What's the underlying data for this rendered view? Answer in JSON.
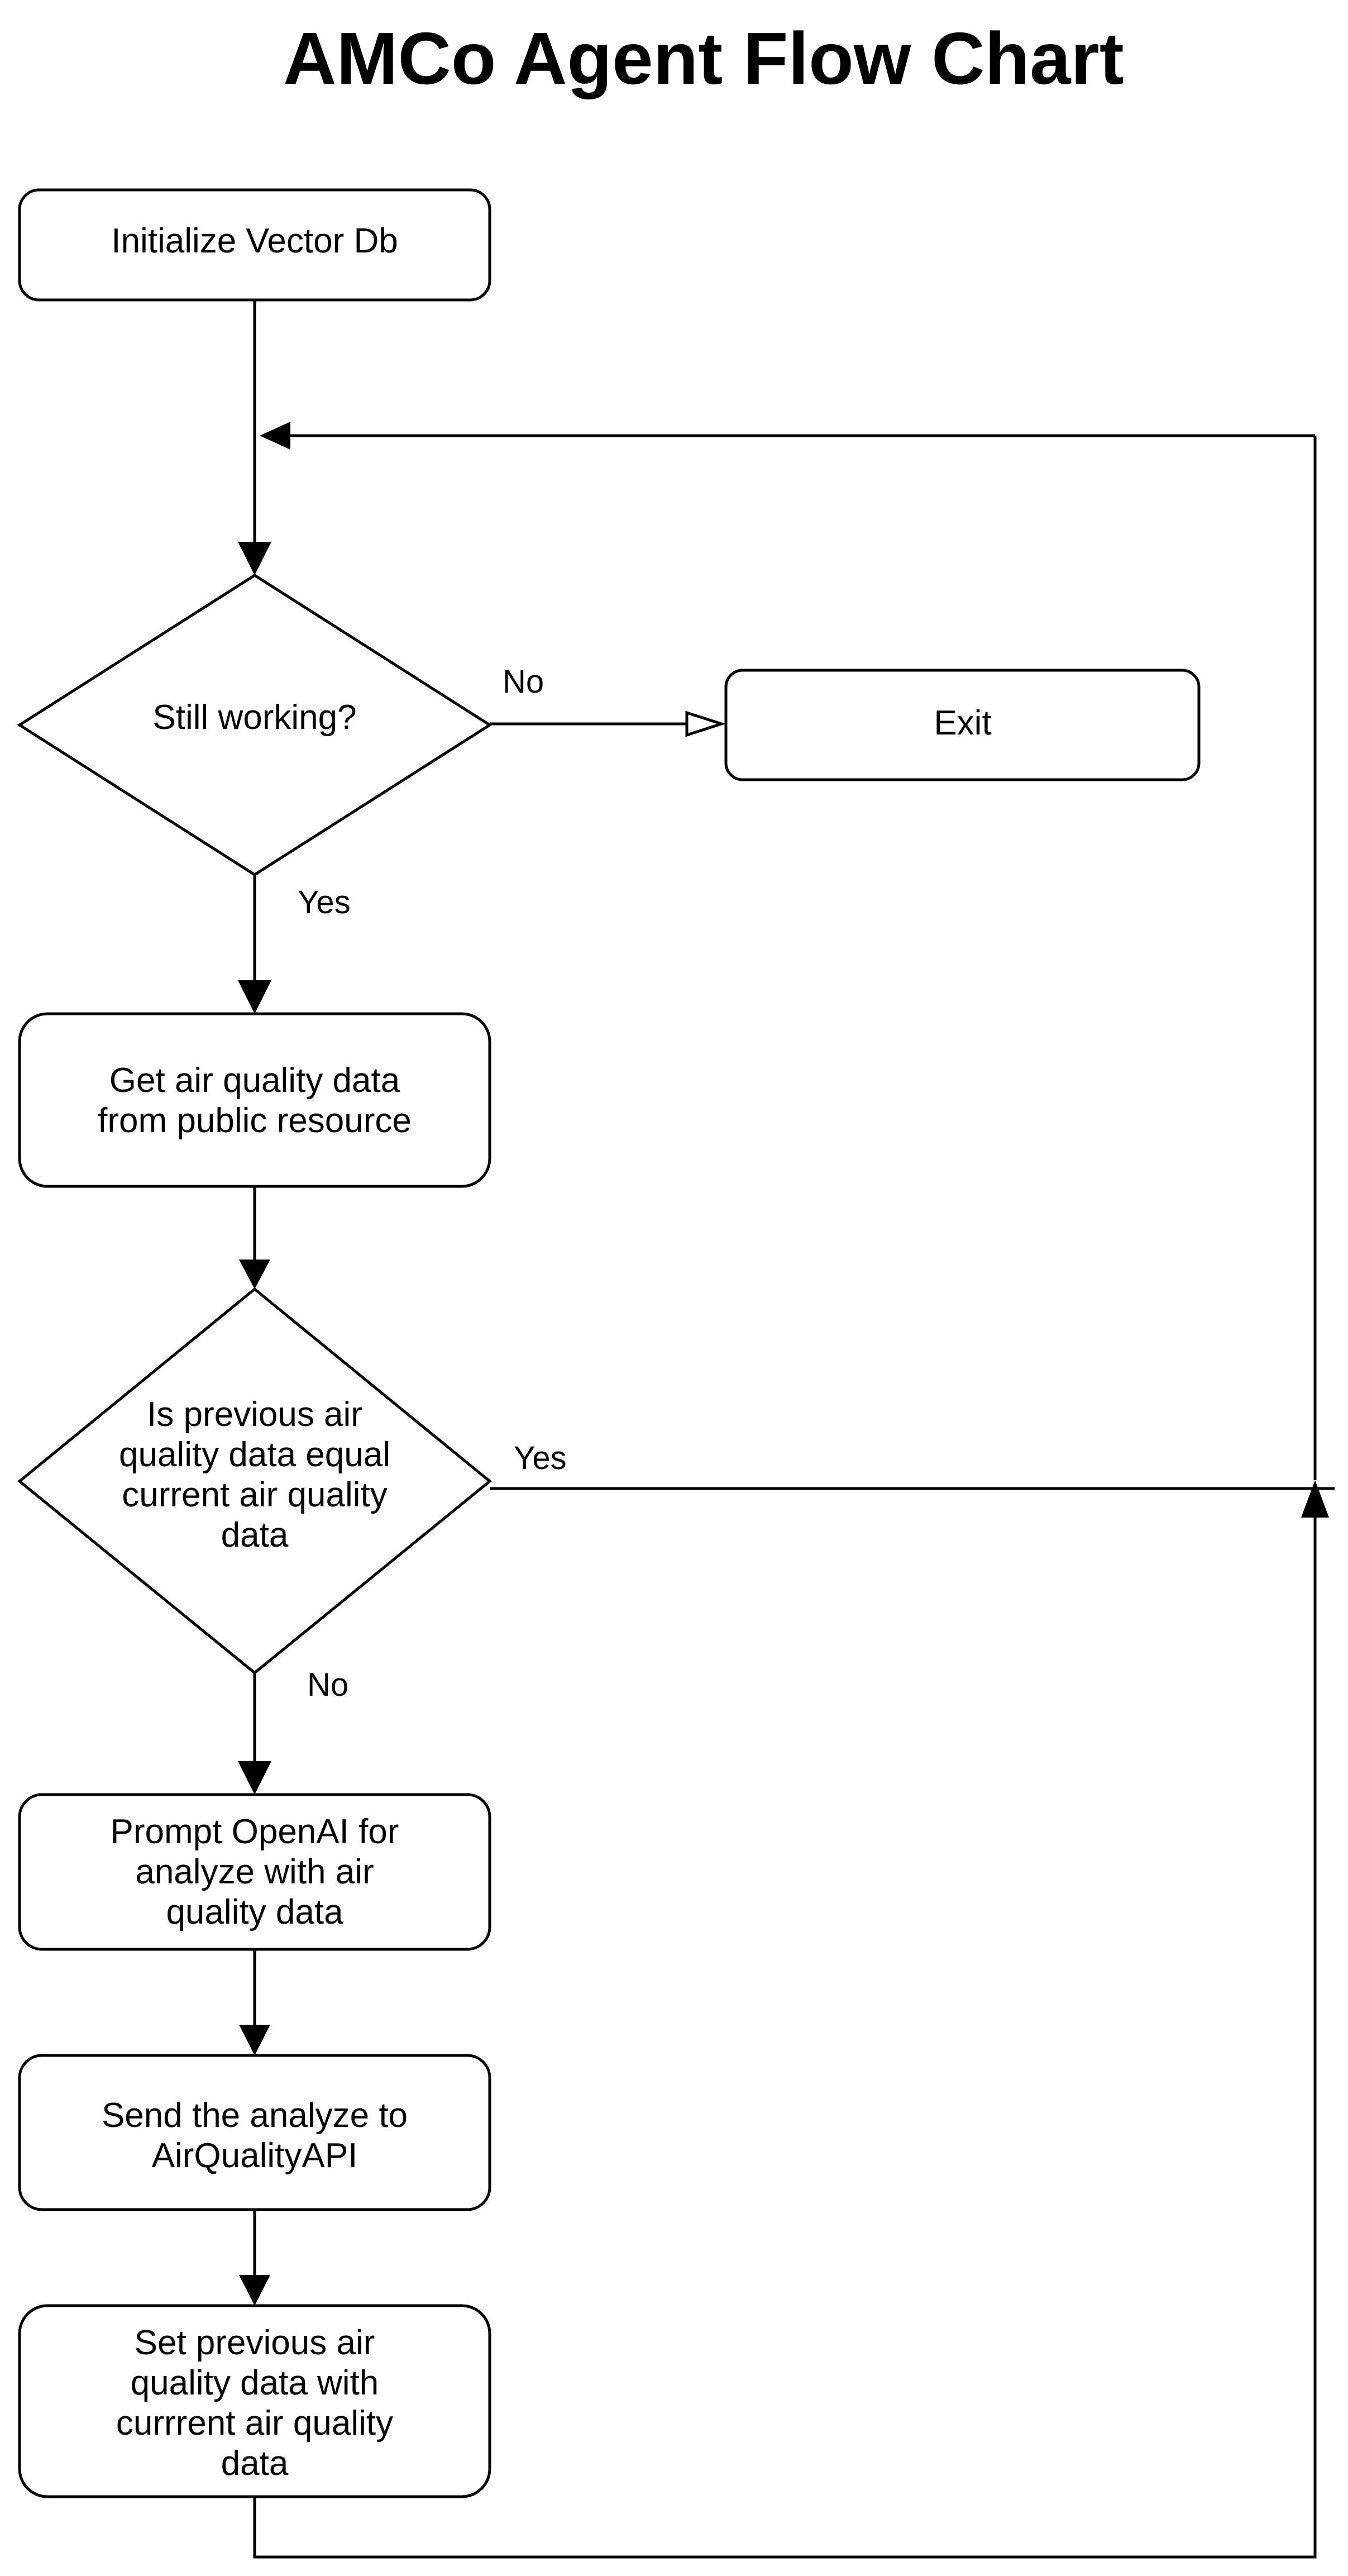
{
  "title": "AMCo Agent Flow Chart",
  "nodes": {
    "init": {
      "shape": "process",
      "lines": [
        "Initialize Vector Db"
      ]
    },
    "still_working": {
      "shape": "decision",
      "lines": [
        "Still working?"
      ]
    },
    "exit": {
      "shape": "process",
      "lines": [
        "Exit"
      ]
    },
    "get_data": {
      "shape": "process",
      "lines": [
        "Get air quality data",
        "from public resource"
      ]
    },
    "is_equal": {
      "shape": "decision",
      "lines": [
        "Is previous air",
        "quality data equal",
        "current air quality",
        "data"
      ]
    },
    "prompt": {
      "shape": "process",
      "lines": [
        "Prompt OpenAI for",
        "analyze with air",
        "quality data"
      ]
    },
    "send": {
      "shape": "process",
      "lines": [
        "Send the analyze to",
        "AirQualityAPI"
      ]
    },
    "set_prev": {
      "shape": "process",
      "lines": [
        "Set previous air",
        "quality data with",
        "currrent air quality",
        "data"
      ]
    }
  },
  "edges": [
    {
      "from": "init",
      "to": "still_working",
      "label": ""
    },
    {
      "from": "still_working",
      "to": "exit",
      "label": "No"
    },
    {
      "from": "still_working",
      "to": "get_data",
      "label": "Yes"
    },
    {
      "from": "get_data",
      "to": "is_equal",
      "label": ""
    },
    {
      "from": "is_equal",
      "to": "still_working",
      "label": "Yes"
    },
    {
      "from": "is_equal",
      "to": "prompt",
      "label": "No"
    },
    {
      "from": "prompt",
      "to": "send",
      "label": ""
    },
    {
      "from": "send",
      "to": "set_prev",
      "label": ""
    },
    {
      "from": "set_prev",
      "to": "still_working",
      "label": ""
    }
  ]
}
